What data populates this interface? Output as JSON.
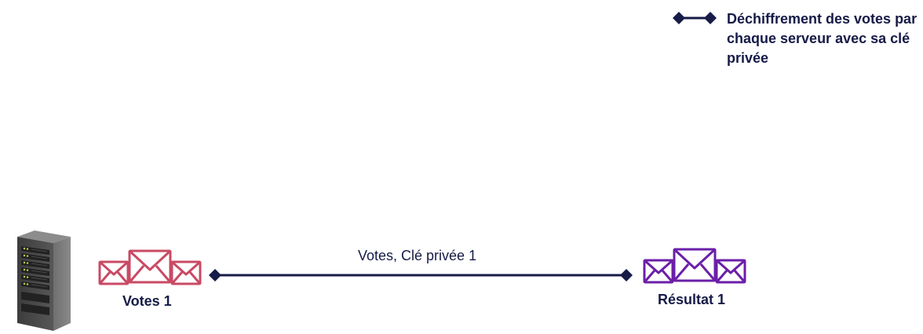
{
  "legend": {
    "text": "Déchiffrement des votes par chaque serveur avec sa clé privée",
    "symbol_icon": "diamond-line-icon"
  },
  "nodes": {
    "server": {
      "icon": "server-rack-icon"
    },
    "votes": {
      "label": "Votes 1",
      "icon": "envelopes-icon",
      "color": "#c94a64"
    },
    "result": {
      "label": "Résultat 1",
      "icon": "envelopes-icon",
      "color": "#6b1fa8"
    }
  },
  "edge": {
    "label": "Votes, Clé privée 1",
    "color": "#161b47"
  }
}
